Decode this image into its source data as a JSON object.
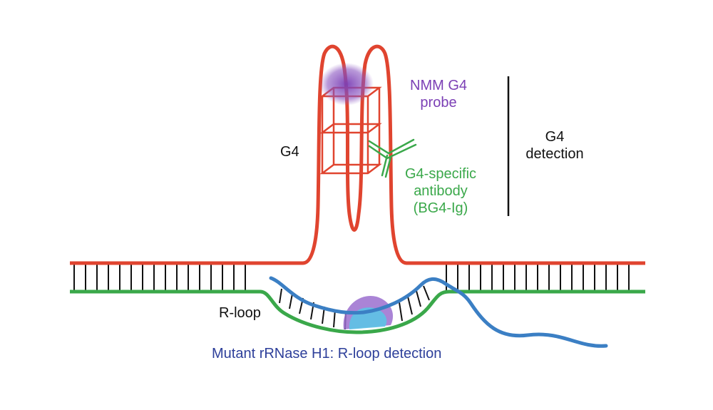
{
  "labels": {
    "nmm_probe_line1": "NMM G4",
    "nmm_probe_line2": "probe",
    "g4_detection_line1": "G4",
    "g4_detection_line2": "detection",
    "g4": "G4",
    "antibody_line1": "G4-specific",
    "antibody_line2": "antibody",
    "antibody_line3": "(BG4-Ig)",
    "r_loop": "R-loop",
    "mutant_rnase": "Mutant rRNase H1: R-loop detection"
  },
  "colors": {
    "red_strand": "#e0442f",
    "green_strand": "#3aa84a",
    "blue_strand": "#3b7fc4",
    "purple_probe": "#7b3fb5",
    "label_blue": "#2d3f9a",
    "label_green": "#3aa84a",
    "label_purple": "#7b3fb5",
    "black": "#111111"
  }
}
